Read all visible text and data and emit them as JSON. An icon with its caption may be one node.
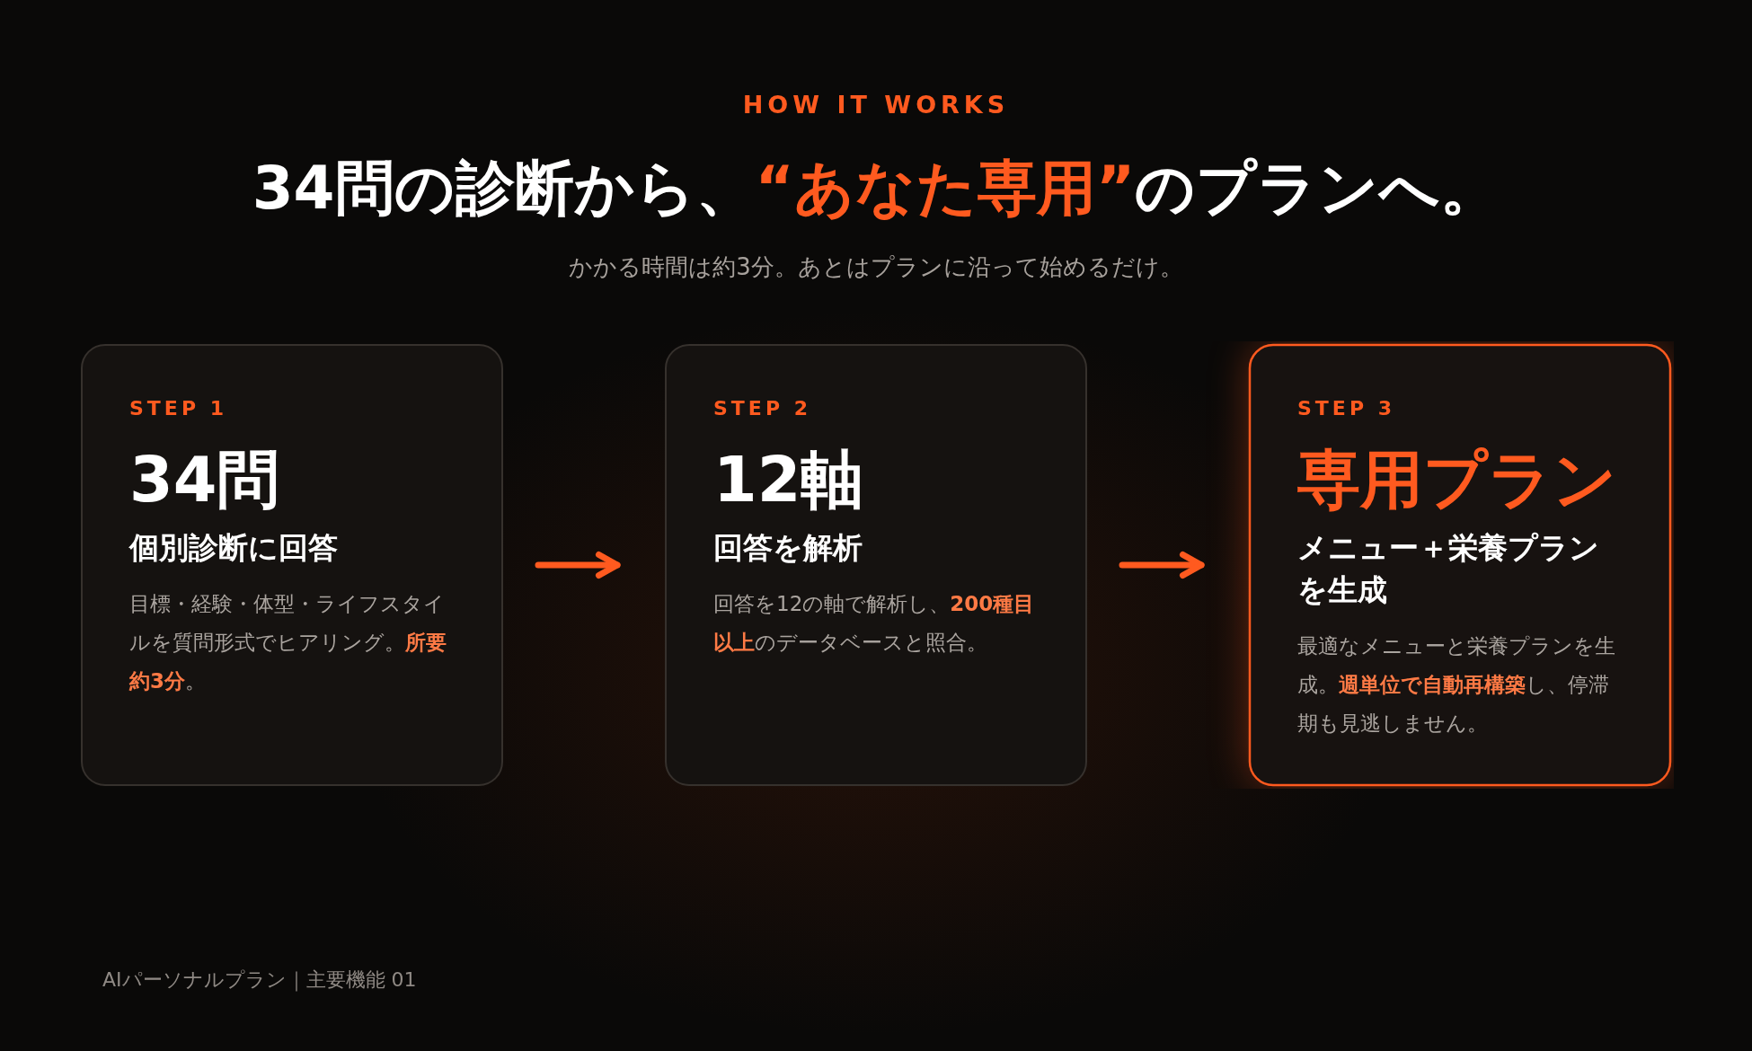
{
  "diagram": {
    "title": "34問の診断から、**“あなた専用”**のプランへ。",
    "nodes": [
      {
        "text": [
          "STEP 1",
          "34問",
          "個別診断に回答",
          "目標・経験・体型・ライフスタイルを質問形式でヒアリング。**所要約3分**。"
        ]
      },
      {
        "text": [
          "STEP 2",
          "12軸",
          "回答を解析",
          "回答を12の軸で解析し、**200種目以上**のデータベースと照合。"
        ]
      },
      {
        "text": [
          "STEP 3",
          "専用プラン",
          "メニュー＋栄養プランを生成",
          "最適なメニューと栄養プランを生成。**週単位で自動再構築**し、停滞期も見逃しません。"
        ]
      }
    ],
    "edges": [
      {
        "from": 0,
        "to": 1,
        "arrow": "to"
      },
      {
        "from": 1,
        "to": 2,
        "arrow": "to"
      }
    ],
    "labels": [
      "HOW IT WORKS",
      "かかる時間は約3分。あとはプランに沿って始めるだけ。",
      "AIパーソナルプラン｜主要機能 01"
    ]
  }
}
